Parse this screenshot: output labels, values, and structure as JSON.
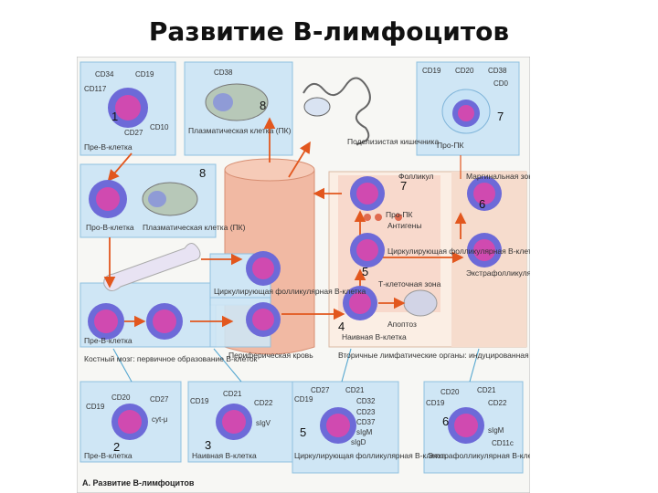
{
  "title": "Развитие В-лимфоцитов",
  "numbers": {
    "n1": "1",
    "n8a": "8",
    "n7a": "7",
    "n8b": "8",
    "n7b": "7",
    "n6a": "6",
    "n5a": "5",
    "n4": "4",
    "n2": "2",
    "n3": "3",
    "n5b": "5",
    "n6b": "6"
  },
  "labels": {
    "pre_b_top": "Пре-В-клетка",
    "plasma_top": "Плазматическая клетка (ПК)",
    "intestine": "Подслизистая кишечника",
    "pro_pk_top": "Про-ПК",
    "pro_b": "Про-В-клетка",
    "plasma_mid": "Плазматическая клетка (ПК)",
    "follicle": "Фолликул",
    "marginal": "Маргинальная зона",
    "pro_pk_mid": "Про-ПК",
    "antigens": "Антигены",
    "circ_follicular_mid": "Циркулирующая фолликулярная В-клетка",
    "circ_follicular_right": "Циркулирующая фолликулярная В-клетка",
    "t_zone": "Т-клеточная зона",
    "extrafollicular_mid": "Экстрафолликулярная В-клетка",
    "apoptosis": "Апоптоз",
    "naive_b_mid": "Наивная В-клетка",
    "pre_b_mid": "Пре-В-клетка",
    "bone_marrow": "Костный мозг: первичное образование В-клеток",
    "peripheral_blood": "Периферическая кровь",
    "secondary_organs": "Вторичные лимфатические органы: индуцированная антигеном пролиферация В-клеток",
    "pre_b_bottom": "Пре-В-клетка",
    "naive_b_bottom": "Наивная В-клетка",
    "circ_follicular_bottom": "Циркулирующая фолликулярная В-клетка",
    "extrafollicular_bottom": "Экстрафолликулярная В-клетка",
    "caption": "А. Развитие В-лимфоцитов"
  },
  "markers": {
    "cd34": "CD34",
    "cd19_1": "CD19",
    "cd117": "CD117",
    "cd27_1": "CD27",
    "cd10": "CD10",
    "cd38_1": "CD38",
    "cd19_2": "CD19",
    "cd20_1": "CD20",
    "cd38_2": "CD38",
    "cd0": "CD0",
    "cd20_2": "CD20",
    "cd27_2": "CD27",
    "cd19_3": "CD19",
    "cyt_mu": "cyt-μ",
    "cd19_4": "CD19",
    "cd21_1": "CD21",
    "cd22_1": "CD22",
    "sigv": "sIgV",
    "cd27_3": "CD27",
    "cd21_2": "CD21",
    "cd19_5": "CD19",
    "cd32": "CD32",
    "cd23": "CD23",
    "cd37": "CD37",
    "sigm_1": "sIgM",
    "sigd": "sIgD",
    "cd20_3": "CD20",
    "cd21_3": "CD21",
    "cd19_6": "CD19",
    "cd22_2": "CD22",
    "sigm_2": "sIgM",
    "cd11c": "CD11c"
  },
  "colors": {
    "cell_ring": "#6d6ad8",
    "cell_core": "#d04ab0",
    "panel": "#cfe6f5",
    "panel_border": "#8fc0df",
    "blood": "#f1b9a3",
    "follicle_zone": "#f6dccd",
    "arrow": "#e2571e"
  }
}
